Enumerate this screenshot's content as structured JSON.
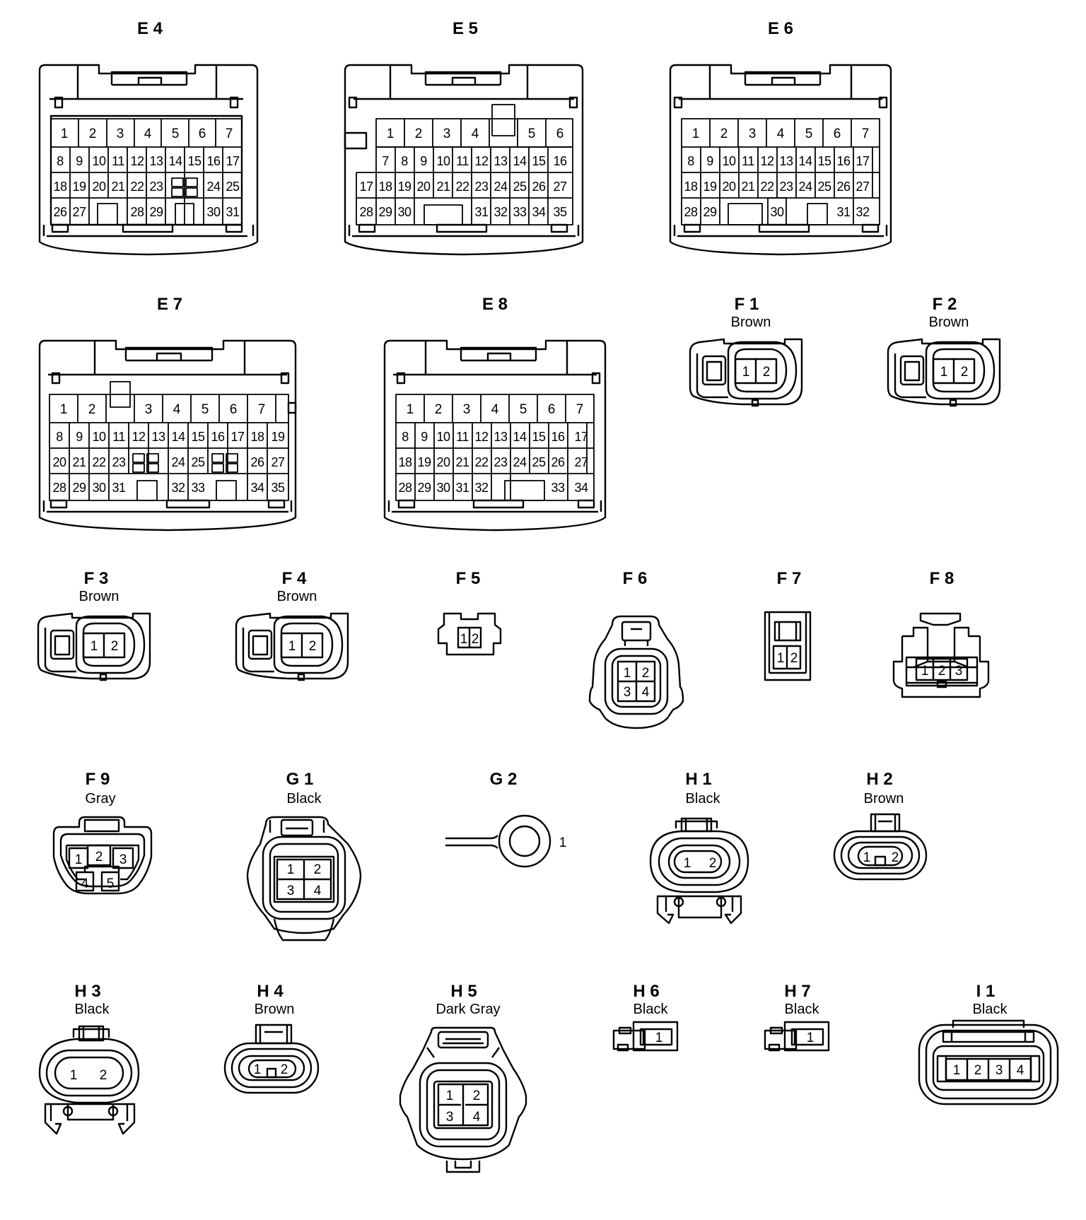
{
  "connectors": [
    {
      "id": "E 4",
      "color": "",
      "rows": [
        [
          "1",
          "2",
          "3",
          "4",
          "5",
          "6",
          "7"
        ],
        [
          "8",
          "9",
          "10",
          "11",
          "12",
          "13",
          "14",
          "15",
          "16",
          "17"
        ],
        [
          "18",
          "19",
          "20",
          "21",
          "22",
          "23",
          "",
          "24",
          "25"
        ],
        [
          "26",
          "27",
          "",
          "28",
          "29",
          "",
          "30",
          "31"
        ]
      ]
    },
    {
      "id": "E 5",
      "color": "",
      "rows": [
        [
          "1",
          "2",
          "3",
          "4",
          "",
          "5",
          "6"
        ],
        [
          "7",
          "8",
          "9",
          "10",
          "11",
          "12",
          "13",
          "14",
          "15",
          "16"
        ],
        [
          "17",
          "18",
          "19",
          "20",
          "21",
          "22",
          "23",
          "24",
          "25",
          "26",
          "27"
        ],
        [
          "28",
          "29",
          "30",
          "",
          "31",
          "32",
          "33",
          "34",
          "35"
        ]
      ]
    },
    {
      "id": "E 6",
      "color": "",
      "rows": [
        [
          "1",
          "2",
          "3",
          "4",
          "5",
          "6",
          "7"
        ],
        [
          "8",
          "9",
          "10",
          "11",
          "12",
          "13",
          "14",
          "15",
          "16",
          "17"
        ],
        [
          "18",
          "19",
          "20",
          "21",
          "22",
          "23",
          "24",
          "25",
          "26",
          "27"
        ],
        [
          "28",
          "29",
          "",
          "30",
          "",
          "31",
          "32"
        ]
      ]
    },
    {
      "id": "E 7",
      "color": "",
      "rows": [
        [
          "1",
          "2",
          "",
          "3",
          "4",
          "5",
          "6",
          "7"
        ],
        [
          "8",
          "9",
          "10",
          "11",
          "12",
          "13",
          "14",
          "15",
          "16",
          "17",
          "18",
          "19"
        ],
        [
          "20",
          "21",
          "22",
          "23",
          "",
          "24",
          "25",
          "",
          "26",
          "27"
        ],
        [
          "28",
          "29",
          "30",
          "31",
          "",
          "32",
          "33",
          "",
          "34",
          "35"
        ]
      ]
    },
    {
      "id": "E 8",
      "color": "",
      "rows": [
        [
          "1",
          "2",
          "3",
          "4",
          "5",
          "6",
          "7"
        ],
        [
          "8",
          "9",
          "10",
          "11",
          "12",
          "13",
          "14",
          "15",
          "16",
          "17"
        ],
        [
          "18",
          "19",
          "20",
          "21",
          "22",
          "23",
          "24",
          "25",
          "26",
          "27"
        ],
        [
          "28",
          "29",
          "30",
          "31",
          "32",
          "",
          "33",
          "34"
        ]
      ]
    },
    {
      "id": "F 1",
      "color": "Brown",
      "pins": [
        "1",
        "2"
      ]
    },
    {
      "id": "F 2",
      "color": "Brown",
      "pins": [
        "1",
        "2"
      ]
    },
    {
      "id": "F 3",
      "color": "Brown",
      "pins": [
        "1",
        "2"
      ]
    },
    {
      "id": "F 4",
      "color": "Brown",
      "pins": [
        "1",
        "2"
      ]
    },
    {
      "id": "F 5",
      "color": "",
      "pins": [
        "1",
        "2"
      ]
    },
    {
      "id": "F 6",
      "color": "",
      "pins": [
        "1",
        "2",
        "3",
        "4"
      ]
    },
    {
      "id": "F 7",
      "color": "",
      "pins": [
        "1",
        "2"
      ]
    },
    {
      "id": "F 8",
      "color": "",
      "pins": [
        "1",
        "2",
        "3"
      ]
    },
    {
      "id": "F 9",
      "color": "Gray",
      "pins": [
        "1",
        "2",
        "3",
        "4",
        "5"
      ]
    },
    {
      "id": "G 1",
      "color": "Black",
      "pins": [
        "1",
        "2",
        "3",
        "4"
      ]
    },
    {
      "id": "G 2",
      "color": "",
      "pins": [
        "1"
      ]
    },
    {
      "id": "H 1",
      "color": "Black",
      "pins": [
        "1",
        "2"
      ]
    },
    {
      "id": "H 2",
      "color": "Brown",
      "pins": [
        "1",
        "2"
      ]
    },
    {
      "id": "H 3",
      "color": "Black",
      "pins": [
        "1",
        "2"
      ]
    },
    {
      "id": "H 4",
      "color": "Brown",
      "pins": [
        "1",
        "2"
      ]
    },
    {
      "id": "H 5",
      "color": "Dark Gray",
      "pins": [
        "1",
        "2",
        "3",
        "4"
      ]
    },
    {
      "id": "H 6",
      "color": "Black",
      "pins": [
        "1"
      ]
    },
    {
      "id": "H 7",
      "color": "Black",
      "pins": [
        "1"
      ]
    },
    {
      "id": "I 1",
      "color": "Black",
      "pins": [
        "1",
        "2",
        "3",
        "4"
      ]
    }
  ]
}
